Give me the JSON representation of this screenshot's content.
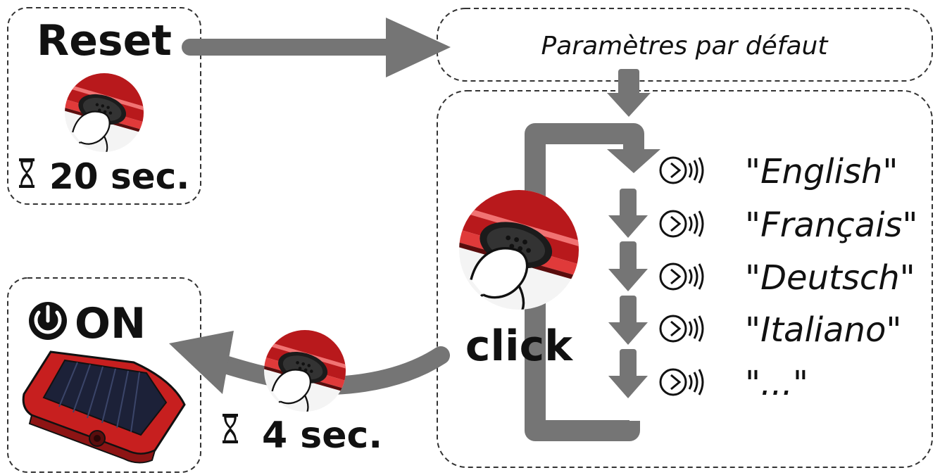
{
  "reset_box": {
    "title": "Reset",
    "duration": "20 sec."
  },
  "defaults_box": {
    "label": "Paramètres par défaut"
  },
  "language_menu": {
    "action": "click",
    "options": [
      "\"English\"",
      "\"Français\"",
      "\"Deutsch\"",
      "\"Italiano\"",
      "\"...\""
    ]
  },
  "exit_hold": {
    "duration": "4 sec."
  },
  "on_box": {
    "label": "ON"
  },
  "colors": {
    "flow_arrow": "#757575",
    "device_red": "#c71f1f",
    "solar_panel": "#1c2138",
    "dashed_border": "#333333"
  },
  "icons": [
    "hourglass-icon",
    "power-icon",
    "speaker-icon",
    "button-press-photo",
    "solar-device-photo"
  ]
}
